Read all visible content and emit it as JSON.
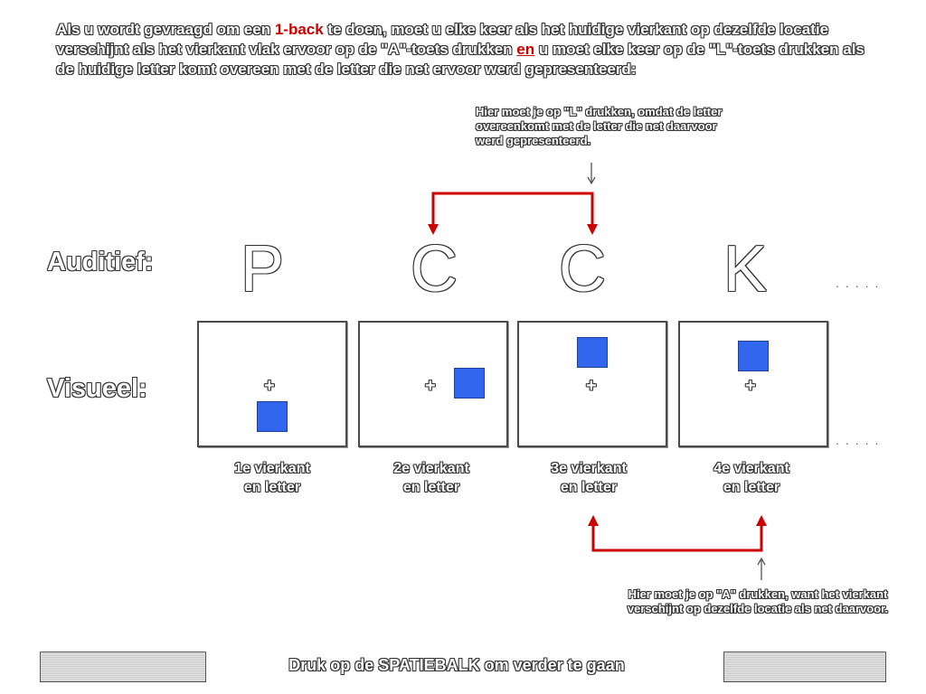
{
  "instruction": {
    "part1": "Als u wordt gevraagd om een ",
    "highlight": "1-back",
    "part2": " te doen, moet u elke keer als het huidige vierkant op dezelfde locatie verschijnt als het vierkant vlak ervoor op de \"A\"-toets drukken ",
    "and_word": "en",
    "part3": " u moet elke keer op de \"L\"-toets drukken als de huidige letter komt overeen met de letter die net ervoor werd gepresenteerd:"
  },
  "callouts": {
    "top": "Hier moet je op \"L\" drukken, omdat de letter overeenkomt met de letter die net daarvoor werd gepresenteerd.",
    "bottom": "Hier moet je op \"A\" drukken, want het vierkant verschijnt op dezelfde locatie als net daarvoor."
  },
  "labels": {
    "auditory": "Auditief:",
    "visual": "Visueel:"
  },
  "letters": [
    "P",
    "C",
    "C",
    "K"
  ],
  "ellipsis": ".....",
  "fixation": "+",
  "captions": [
    {
      "line1": "1e vierkant",
      "line2": "en letter"
    },
    {
      "line1": "2e vierkant",
      "line2": "en letter"
    },
    {
      "line1": "3e vierkant",
      "line2": "en letter"
    },
    {
      "line1": "4e vierkant",
      "line2": "en letter"
    }
  ],
  "footer": {
    "prompt": "Druk op de SPATIEBALK om verder te gaan"
  },
  "colors": {
    "accent_red": "#cc0000",
    "square_blue": "#3366ee"
  }
}
